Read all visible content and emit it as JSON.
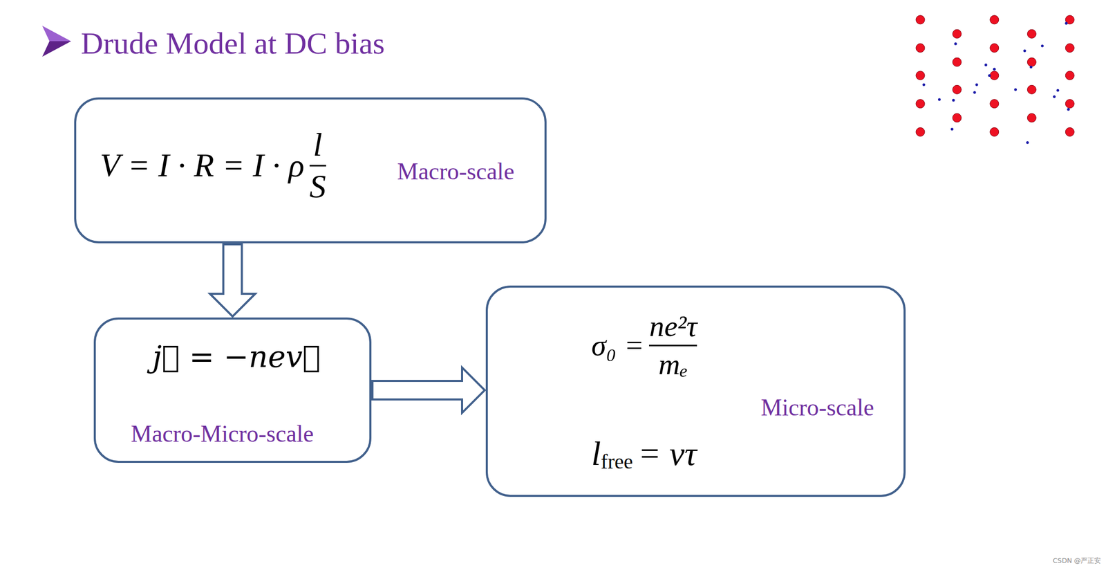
{
  "diagram": {
    "title": "Drude Model at DC bias",
    "nodes": [
      {
        "text": [
          "V = I · R = I · ρ",
          "l",
          "S",
          "Macro-scale"
        ]
      },
      {
        "text": [
          "j⃗ = −nev⃗",
          "Macro-Micro-scale"
        ]
      },
      {
        "text": [
          "σ₀ =",
          "ne²τ",
          "mₑ",
          "l",
          "free",
          "= vτ",
          "Micro-scale"
        ]
      }
    ],
    "edges": [
      {
        "from": 0,
        "to": 1,
        "arrow": "to"
      },
      {
        "from": 1,
        "to": 2,
        "arrow": "to"
      }
    ],
    "labels": [
      "CSDN @严正安"
    ]
  }
}
